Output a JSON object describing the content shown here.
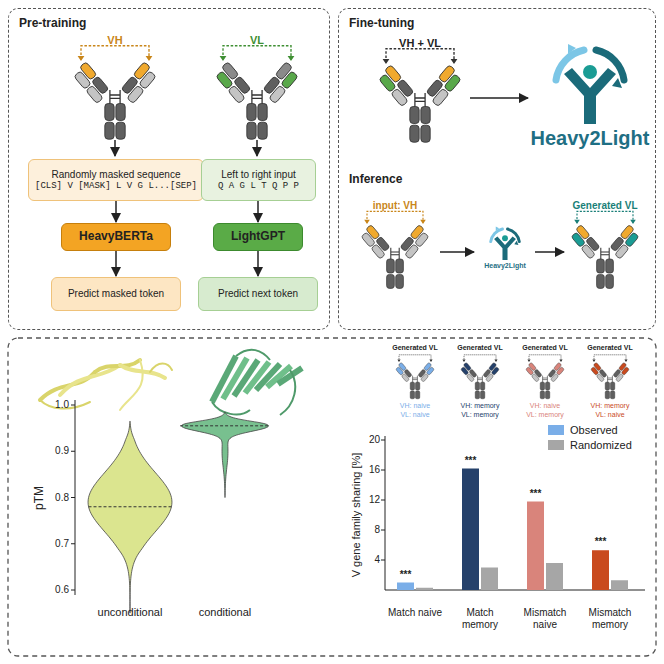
{
  "diagram": {
    "nodes": [
      {
        "text": [
          "Pre-training"
        ]
      },
      {
        "text": [
          "Randomly masked sequence",
          "[CLS] V [MASK] L V G L...[SEP]"
        ],
        "in": 0
      },
      {
        "text": [
          "HeavyBERTa"
        ],
        "in": 0
      },
      {
        "text": [
          "Predict masked token"
        ],
        "in": 0
      },
      {
        "text": [
          "Left to right input",
          "Q A G L T Q P P"
        ],
        "in": 0
      },
      {
        "text": [
          "LightGPT"
        ],
        "in": 0
      },
      {
        "text": [
          "Predict next token"
        ],
        "in": 0
      },
      {
        "text": [
          "Fine-tuning",
          "Inference"
        ]
      }
    ],
    "edges": [
      {
        "from": 1,
        "to": 2,
        "arrow": "to"
      },
      {
        "from": 2,
        "to": 3,
        "arrow": "to"
      },
      {
        "from": 4,
        "to": 5,
        "arrow": "to"
      },
      {
        "from": 5,
        "to": 6,
        "arrow": "to"
      }
    ],
    "labels": [
      "VH",
      "VL",
      "VH + VL",
      "Heavy2Light",
      "input: VH",
      "Heavy2Light",
      "Generated VL",
      "pTM",
      "1.0",
      "0.9",
      "0.8",
      "0.7",
      "0.6",
      "unconditional",
      "conditional",
      "Generated VL",
      "VH: naive",
      "VL: naive",
      "Generated VL",
      "VH: memory",
      "VL: memory",
      "Generated VL",
      "VH: naive",
      "VL: memory",
      "Generated VL",
      "VH: memory",
      "VL: naive",
      "V gene family sharing [%]",
      "20",
      "16",
      "12",
      "8",
      "4",
      "Match naive",
      "Match memory",
      "Mismatch naive",
      "Mismatch memory",
      "***",
      "***",
      "***",
      "***"
    ],
    "legend": [
      {
        "text": "Observed",
        "color": "#7aaee8"
      },
      {
        "text": "Randomized",
        "color": "#a6a6a6"
      }
    ]
  }
}
